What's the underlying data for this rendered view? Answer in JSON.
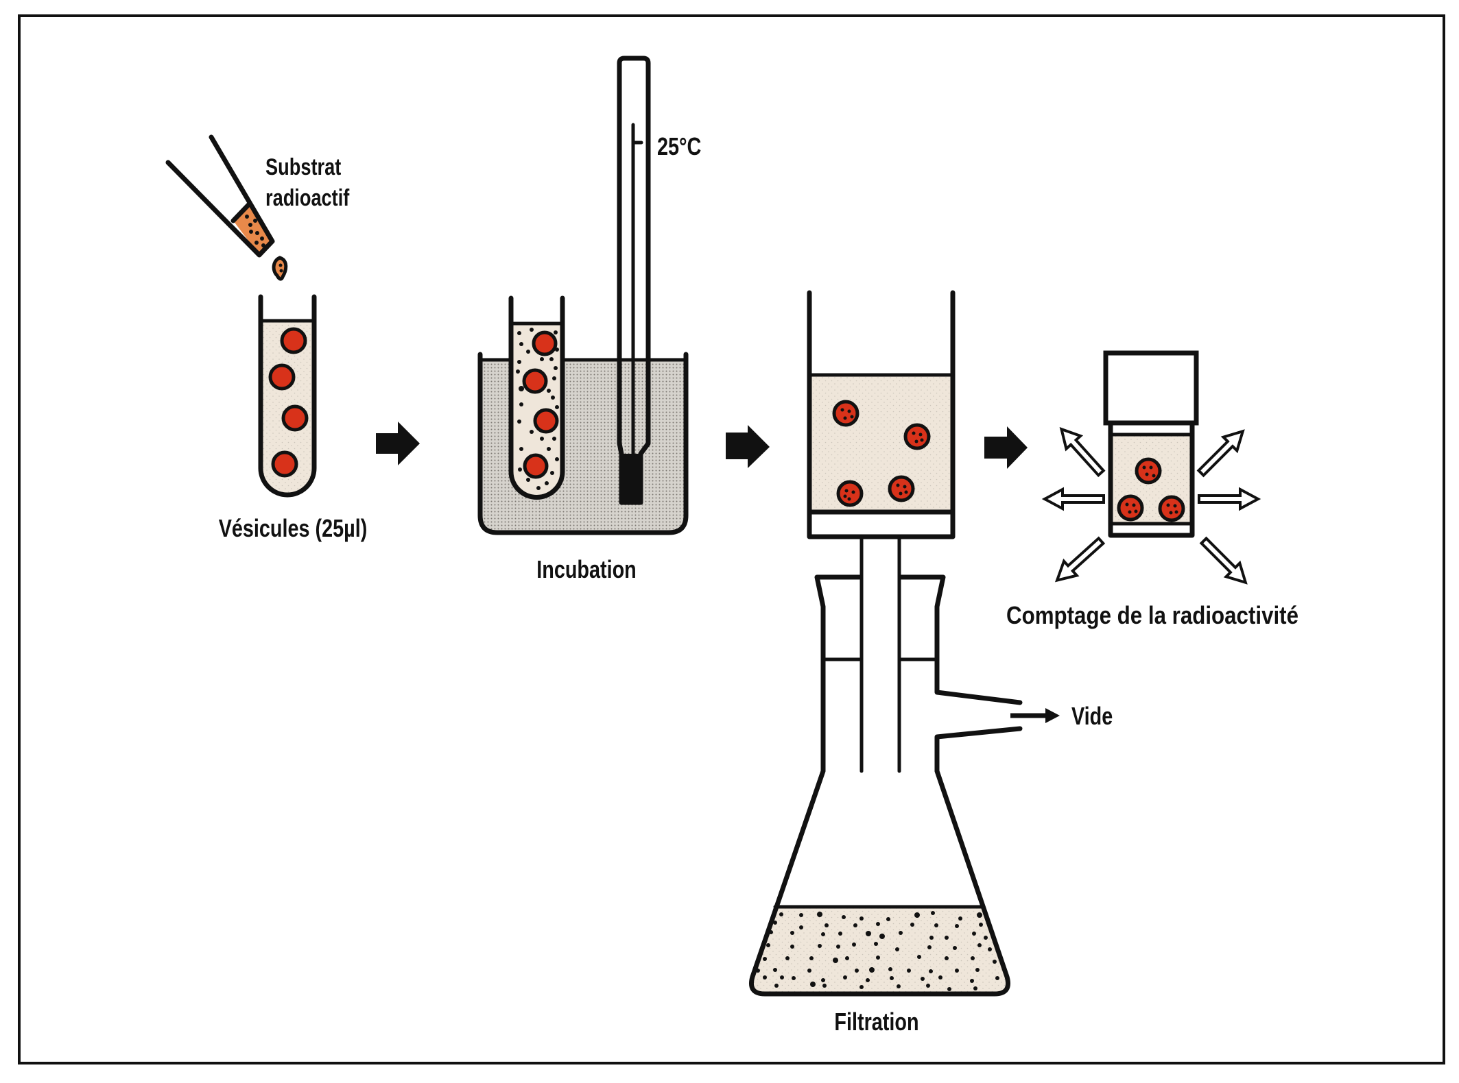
{
  "figure": {
    "steps": [
      {
        "id": "vesicles",
        "label": "Vésicules (25µl)"
      },
      {
        "id": "incubation",
        "label": "Incubation"
      },
      {
        "id": "filtration",
        "label": "Filtration"
      },
      {
        "id": "counting",
        "label": "Comptage de la radioactivité"
      }
    ],
    "pipette_label_line1": "Substrat",
    "pipette_label_line2": "radioactif",
    "thermometer_label": "25°C",
    "vacuum_label": "Vide"
  },
  "colors": {
    "vesicle": "#d8321a",
    "liquid": "#efe6da",
    "bath_water": "#cbc8c2",
    "substrate": "#e8894a",
    "outline": "#111111"
  }
}
